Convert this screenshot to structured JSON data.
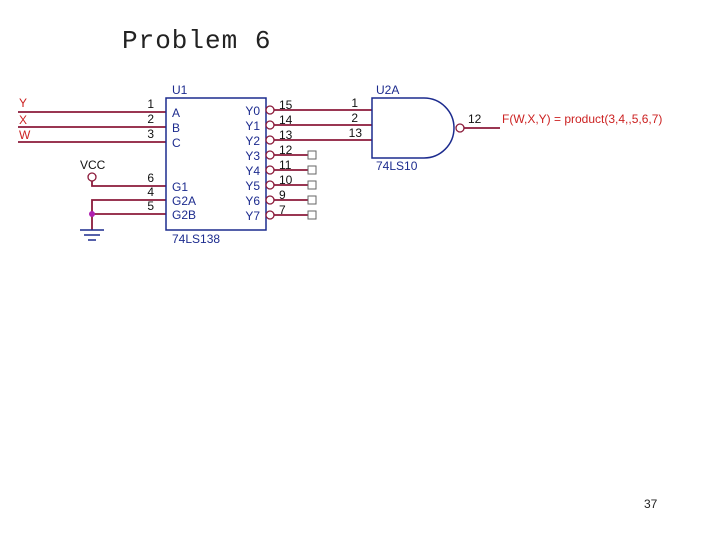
{
  "title": "Problem 6",
  "page_number": "37",
  "inputs": [
    "Y",
    "X",
    "W"
  ],
  "decoder": {
    "ref": "U1",
    "part": "74LS138",
    "input_pins": [
      {
        "label": "A",
        "num": "1"
      },
      {
        "label": "B",
        "num": "2"
      },
      {
        "label": "C",
        "num": "3"
      }
    ],
    "enable_pins": [
      {
        "label": "G1",
        "num": "6"
      },
      {
        "label": "G2A",
        "num": "4"
      },
      {
        "label": "G2B",
        "num": "5"
      }
    ],
    "outputs": [
      {
        "label": "Y0",
        "num": "15"
      },
      {
        "label": "Y1",
        "num": "14"
      },
      {
        "label": "Y2",
        "num": "13"
      },
      {
        "label": "Y3",
        "num": "12"
      },
      {
        "label": "Y4",
        "num": "11"
      },
      {
        "label": "Y5",
        "num": "10"
      },
      {
        "label": "Y6",
        "num": "9"
      },
      {
        "label": "Y7",
        "num": "7"
      }
    ]
  },
  "gate": {
    "ref": "U2A",
    "part": "74LS10",
    "input_pins": [
      "1",
      "2",
      "13"
    ],
    "output_pin": "12"
  },
  "vcc_label": "VCC",
  "output_label": "F(W,X,Y) = product(3,4,,5,6,7)",
  "colors": {
    "component": "#1c2b8e",
    "wire": "#8b1a3a",
    "net_label": "#cc2222"
  }
}
